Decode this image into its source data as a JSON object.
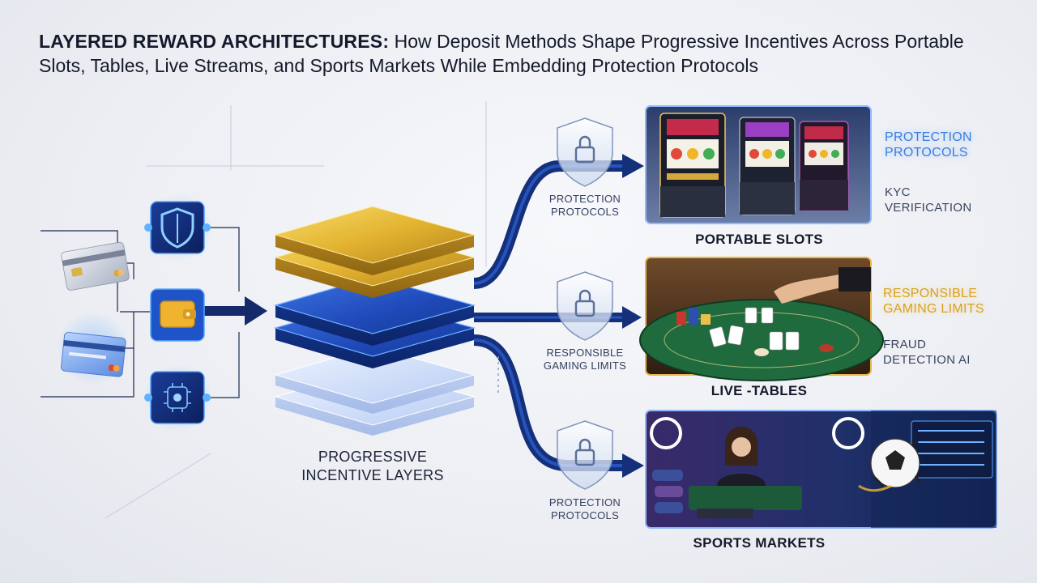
{
  "title": {
    "lead": "LAYERED REWARD ARCHITECTURES:",
    "rest": " How Deposit Methods Shape Progressive Incentives Across Portable Slots, Tables, Live Streams, and Sports Markets While Embedding Protection Protocols"
  },
  "deposit_methods": [
    {
      "name": "credit-card-silver"
    },
    {
      "name": "credit-card-blue"
    },
    {
      "name": "shield-icon"
    },
    {
      "name": "wallet-icon"
    },
    {
      "name": "crypto-chip-icon"
    }
  ],
  "stack": {
    "label_line1": "PROGRESSIVE",
    "label_line2": "INCENTIVE LAYERS"
  },
  "shields": [
    {
      "line1": "PROTECTION",
      "line2": "PROTOCOLS"
    },
    {
      "line1": "RESPONSIBLE",
      "line2": "GAMING LIMITS"
    },
    {
      "line1": "PROTECTION",
      "line2": "PROTOCOLS"
    }
  ],
  "panels": [
    {
      "caption": "PORTABLE SLOTS",
      "notes": [
        {
          "line1": "PROTECTION",
          "line2": "PROTOCOLS"
        },
        {
          "line1": "KYC",
          "line2": "VERIFICATION"
        }
      ]
    },
    {
      "caption": "LIVE -TABLES",
      "notes": [
        {
          "line1": "RESPONSIBLE",
          "line2": "GAMING LIMITS"
        },
        {
          "line1": "FRAUD",
          "line2": "DETECTION AI"
        }
      ]
    },
    {
      "caption": "SPORTS MARKETS",
      "notes": []
    }
  ],
  "colors": {
    "navy": "#1b2f6e",
    "blue": "#2a5bd7",
    "gold": "#e3b431",
    "felt": "#1f6b3e",
    "accent_glow": "#5aa8ff"
  }
}
